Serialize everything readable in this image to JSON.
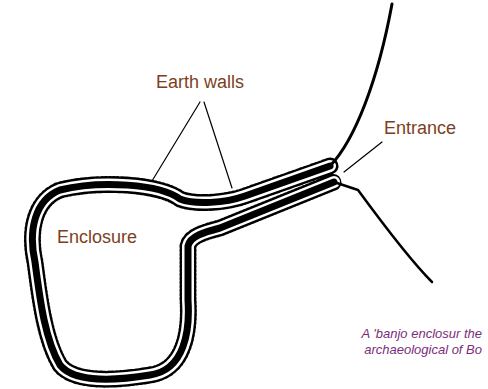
{
  "diagram": {
    "caption": "A 'banjo enclosur the archaeological of Bo",
    "nodes": [
      {
        "text": [
          "Enclosure"
        ]
      }
    ],
    "labels": [
      "Earth walls",
      "Entrance"
    ]
  }
}
